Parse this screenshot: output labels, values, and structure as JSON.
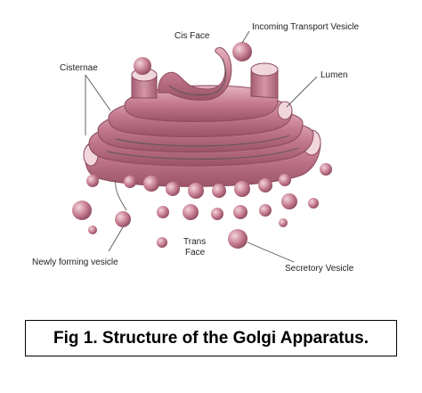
{
  "figure": {
    "labels": {
      "cis_face": "Cis Face",
      "incoming_vesicle": "Incoming Transport Vesicle",
      "cisternae": "Cisternae",
      "lumen": "Lumen",
      "newly_forming_vesicle": "Newly forming vesicle",
      "trans_face_line1": "Trans",
      "trans_face_line2": "Face",
      "secretory_vesicle": "Secretory Vesicle"
    },
    "colors": {
      "membrane": "#c47a8e",
      "membrane_dark": "#8c4a5e",
      "membrane_light": "#e6b3c0",
      "lumen": "#f2d6de"
    }
  },
  "caption": {
    "text": "Fig 1. Structure of the Golgi Apparatus."
  }
}
